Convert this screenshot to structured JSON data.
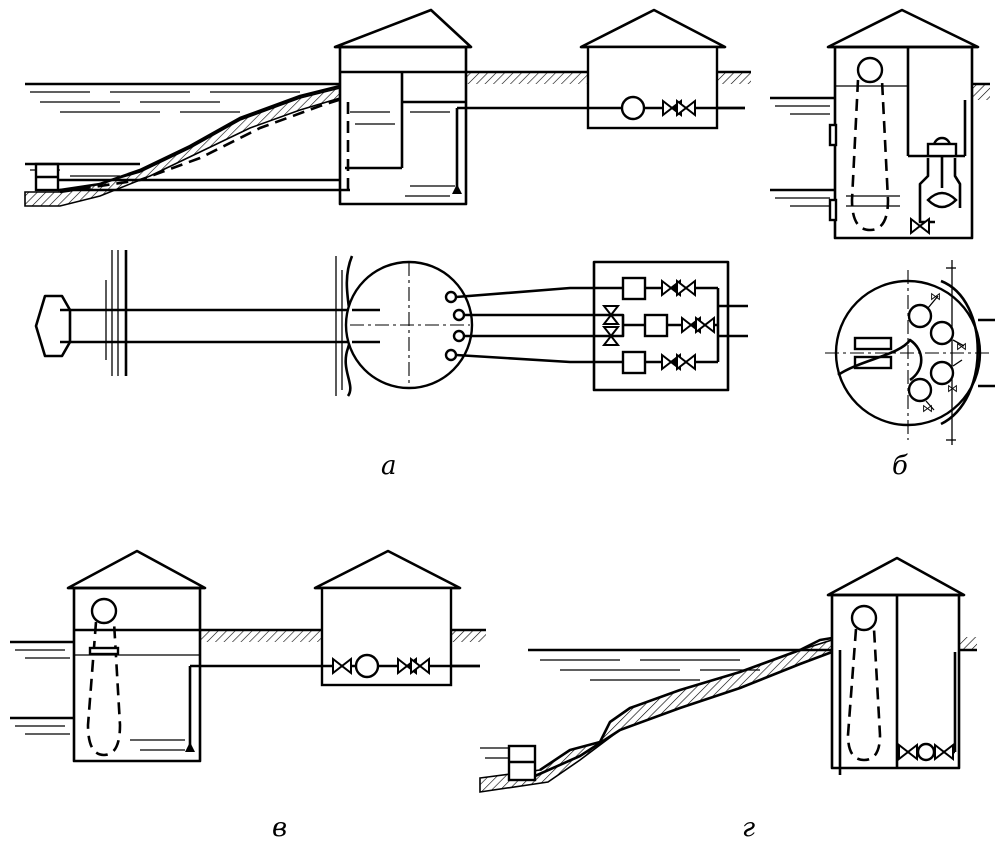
{
  "figure": {
    "labels": {
      "a": "а",
      "b": "б",
      "v": "в",
      "g": "г"
    },
    "colors": {
      "ink": "#000000",
      "paper": "#ffffff"
    }
  }
}
